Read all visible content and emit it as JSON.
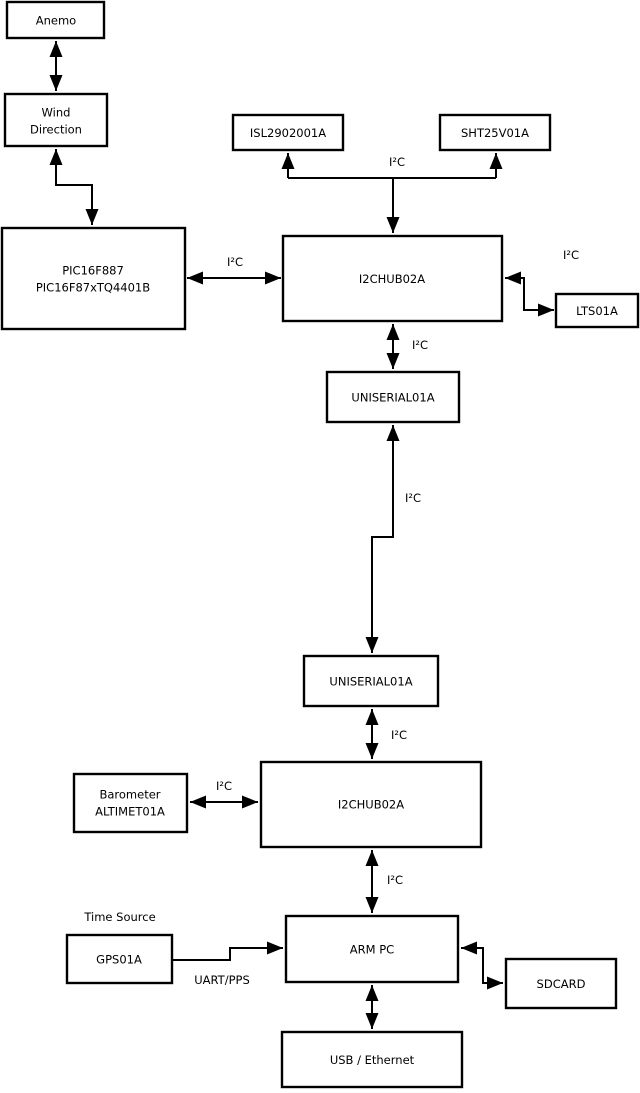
{
  "colors": {
    "background": "#ffffff",
    "line": "#000000",
    "box_fill": "#ffffff",
    "text": "#000000"
  },
  "nodes": {
    "anemo": {
      "label": "Anemo"
    },
    "wind_direction": {
      "line1": "Wind",
      "line2": "Direction"
    },
    "pic": {
      "line1": "PIC16F887",
      "line2": "PIC16F87xTQ4401B"
    },
    "isl": {
      "label": "ISL2902001A"
    },
    "sht": {
      "label": "SHT25V01A"
    },
    "i2chub_top": {
      "label": "I2CHUB02A"
    },
    "lts": {
      "label": "LTS01A"
    },
    "uniserial_top": {
      "label": "UNISERIAL01A"
    },
    "uniserial_bottom": {
      "label": "UNISERIAL01A"
    },
    "i2chub_bottom": {
      "label": "I2CHUB02A"
    },
    "barometer": {
      "line1": "Barometer",
      "line2": "ALTIMET01A"
    },
    "gps": {
      "label": "GPS01A"
    },
    "arm_pc": {
      "label": "ARM PC"
    },
    "sdcard": {
      "label": "SDCARD"
    },
    "usb_ethernet": {
      "label": "USB / Ethernet"
    }
  },
  "edge_labels": {
    "i2c_sensor_bus": "I²C",
    "i2c_pic_hub": "I²C",
    "i2c_hub_lts": "I²C",
    "i2c_hub_uniserial": "I²C",
    "i2c_uniserial_link": "I²C",
    "i2c_uniserial_hub2": "I²C",
    "i2c_barometer_hub2": "I²C",
    "i2c_hub2_armpc": "I²C",
    "time_source": "Time Source",
    "uart_pps": "UART/PPS"
  }
}
